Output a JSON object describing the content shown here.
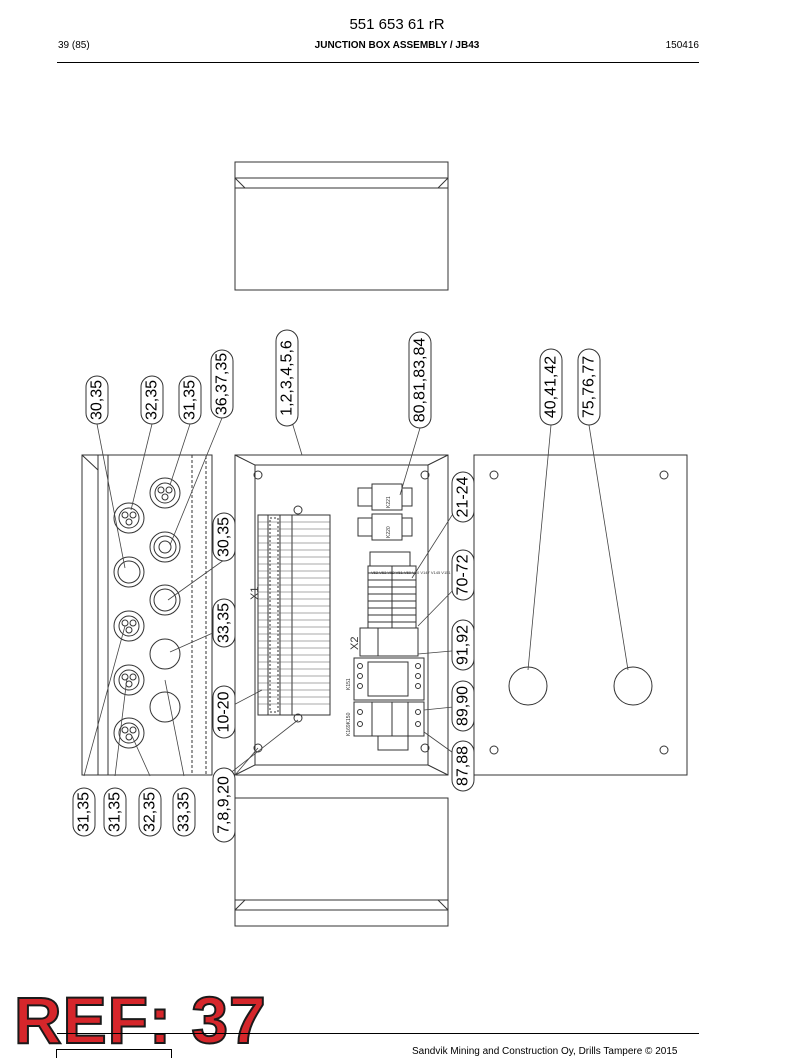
{
  "header": {
    "doc_number": "551 653 61 rR",
    "page": "39 (85)",
    "title": "JUNCTION BOX ASSEMBLY / JB43",
    "date": "150416"
  },
  "callouts": {
    "c1": "30,35",
    "c2": "32,35",
    "c3": "31,35",
    "c4": "36,37,35",
    "c5": "1,2,3,4,5,6",
    "c6": "80,81,83,84",
    "c7": "40,41,42",
    "c8": "75,76,77",
    "c9": "21-24",
    "c10": "70-72",
    "c11": "91,92",
    "c12": "89,90",
    "c13": "87,88",
    "c14": "30,35",
    "c15": "33,35",
    "c16": "10-20",
    "c17": "7,8,9,20",
    "c18": "31,35",
    "c19": "31,35",
    "c20": "32,35",
    "c21": "33,35"
  },
  "labels": {
    "x1": "X1",
    "x2": "X2",
    "k221": "K221",
    "k220": "K220",
    "k151": "K151",
    "k169": "K169K150",
    "terminal_strip_x2": "V52 V53 V52 V51 V50 V20 V147 V145 V151"
  },
  "stamp": "REF: 37",
  "footer": {
    "copyright": "Sandvik Mining and Construction Oy, Drills Tampere © 2015"
  }
}
